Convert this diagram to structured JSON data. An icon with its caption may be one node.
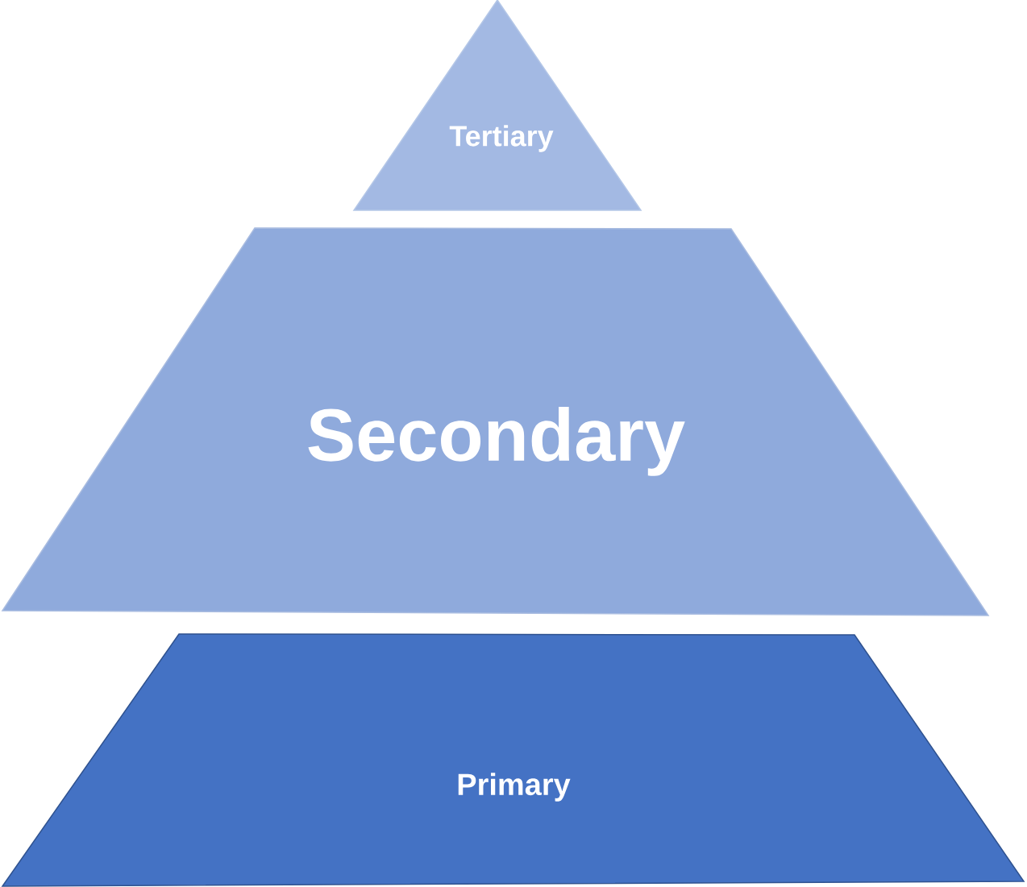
{
  "diagram": {
    "nodes": [
      {
        "text": [
          "Tertiary"
        ]
      },
      {
        "text": [
          "Secondary"
        ]
      },
      {
        "text": [
          "Primary"
        ]
      }
    ]
  }
}
